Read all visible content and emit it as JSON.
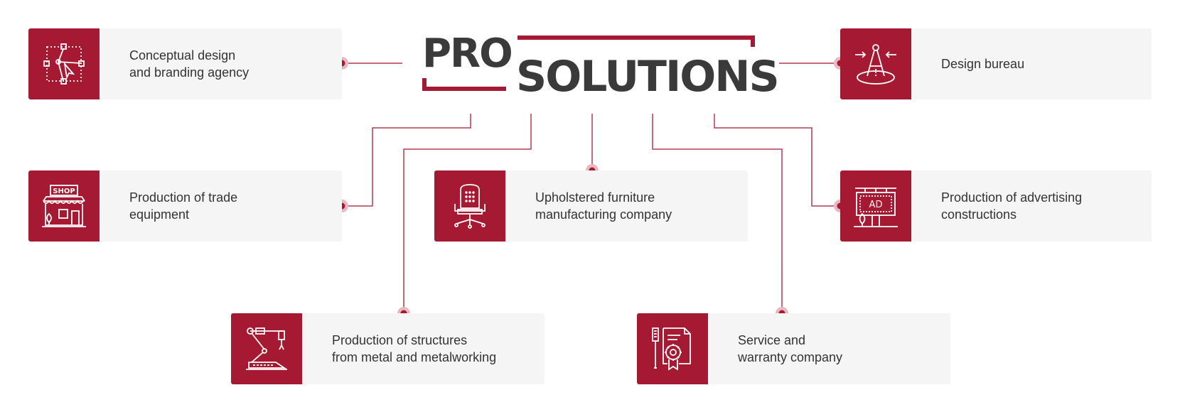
{
  "colors": {
    "accent": "#a51a32",
    "card_bg": "#f5f5f5",
    "text": "#333333",
    "logo_text": "#3a3a3a"
  },
  "logo": {
    "pro": "PRO",
    "solutions": "SOLUTIONS"
  },
  "services": [
    {
      "line1": "Conceptual design",
      "line2": "and branding agency",
      "icon": "design-tool-icon"
    },
    {
      "line1": "Design bureau",
      "line2": "",
      "icon": "compass-icon"
    },
    {
      "line1": "Production of trade",
      "line2": "equipment",
      "icon": "shop-icon"
    },
    {
      "line1": "Upholstered furniture",
      "line2": "manufacturing company",
      "icon": "office-chair-icon"
    },
    {
      "line1": "Production of advertising",
      "line2": "constructions",
      "icon": "billboard-icon"
    },
    {
      "line1": "Production of structures",
      "line2": "from metal and metalworking",
      "icon": "robotic-arm-icon"
    },
    {
      "line1": "Service and",
      "line2": "warranty company",
      "icon": "warranty-certificate-icon"
    }
  ]
}
